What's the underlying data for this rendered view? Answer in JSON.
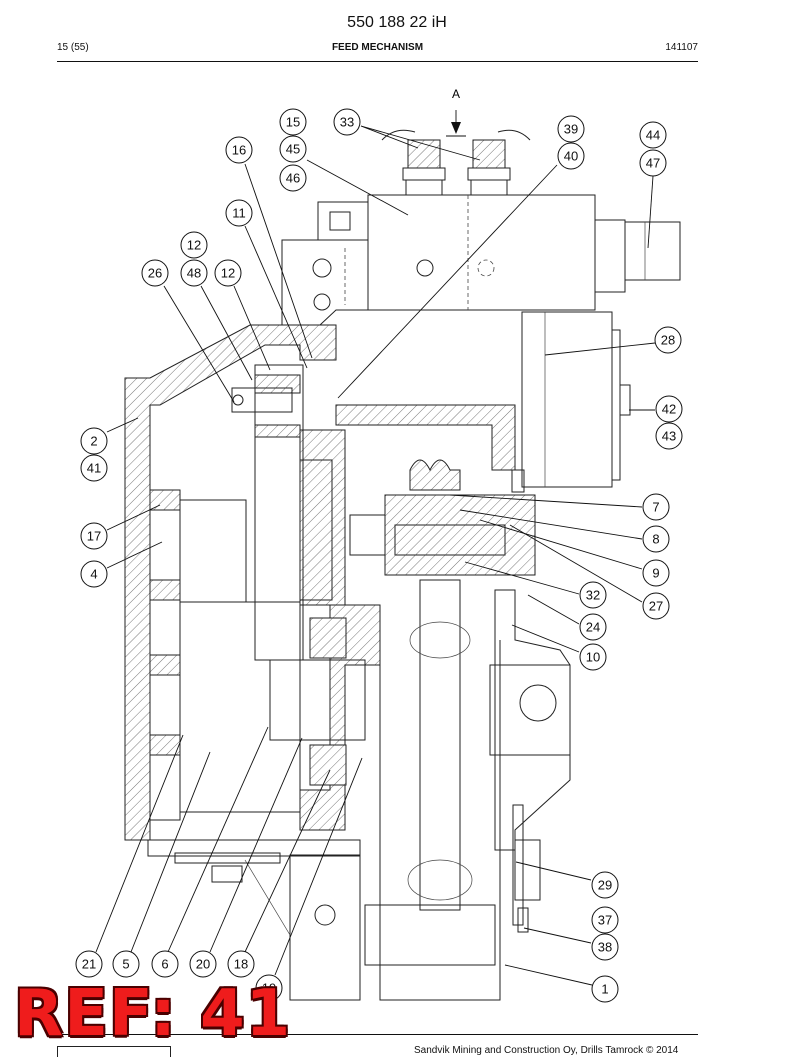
{
  "header": {
    "doc_number": "550 188 22 iH",
    "page": "15 (55)",
    "title": "FEED MECHANISM",
    "date_code": "141107"
  },
  "view_label": "A",
  "callouts": [
    {
      "label": "15"
    },
    {
      "label": "45"
    },
    {
      "label": "46"
    },
    {
      "label": "33"
    },
    {
      "label": "39"
    },
    {
      "label": "40"
    },
    {
      "label": "44"
    },
    {
      "label": "47"
    },
    {
      "label": "16"
    },
    {
      "label": "11"
    },
    {
      "label": "12"
    },
    {
      "label": "48"
    },
    {
      "label": "12"
    },
    {
      "label": "26"
    },
    {
      "label": "28"
    },
    {
      "label": "42"
    },
    {
      "label": "43"
    },
    {
      "label": "2"
    },
    {
      "label": "41"
    },
    {
      "label": "7"
    },
    {
      "label": "17"
    },
    {
      "label": "8"
    },
    {
      "label": "4"
    },
    {
      "label": "9"
    },
    {
      "label": "27"
    },
    {
      "label": "32"
    },
    {
      "label": "24"
    },
    {
      "label": "10"
    },
    {
      "label": "29"
    },
    {
      "label": "37"
    },
    {
      "label": "38"
    },
    {
      "label": "21"
    },
    {
      "label": "5"
    },
    {
      "label": "6"
    },
    {
      "label": "20"
    },
    {
      "label": "18"
    },
    {
      "label": "19"
    },
    {
      "label": "1"
    }
  ],
  "stamp": {
    "text": "REF: 41",
    "color": "#ef1c1c"
  },
  "footer": {
    "copyright": "Sandvik Mining and Construction Oy, Drills Tamrock © 2014"
  }
}
